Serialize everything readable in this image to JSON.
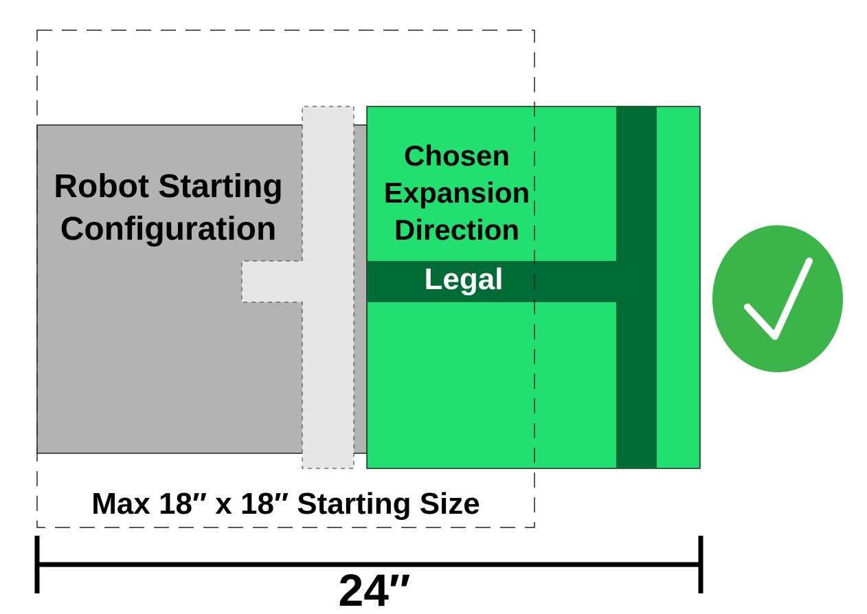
{
  "diagram": {
    "robot_label": [
      "Robot Starting",
      "Configuration"
    ],
    "expansion_label": [
      "Chosen",
      "Expansion",
      "Direction"
    ],
    "legal_label": "Legal",
    "max_size_label": "Max 18″ x 18″ Starting Size",
    "dimension_label": "24″",
    "status_icon": "checkmark-icon"
  },
  "colors": {
    "robot_gray": "#b3b3b3",
    "light_gray": "#e6e6e6",
    "expansion_green": "#22e070",
    "dark_green": "#006b35",
    "check_circle": "#3bb44a"
  }
}
